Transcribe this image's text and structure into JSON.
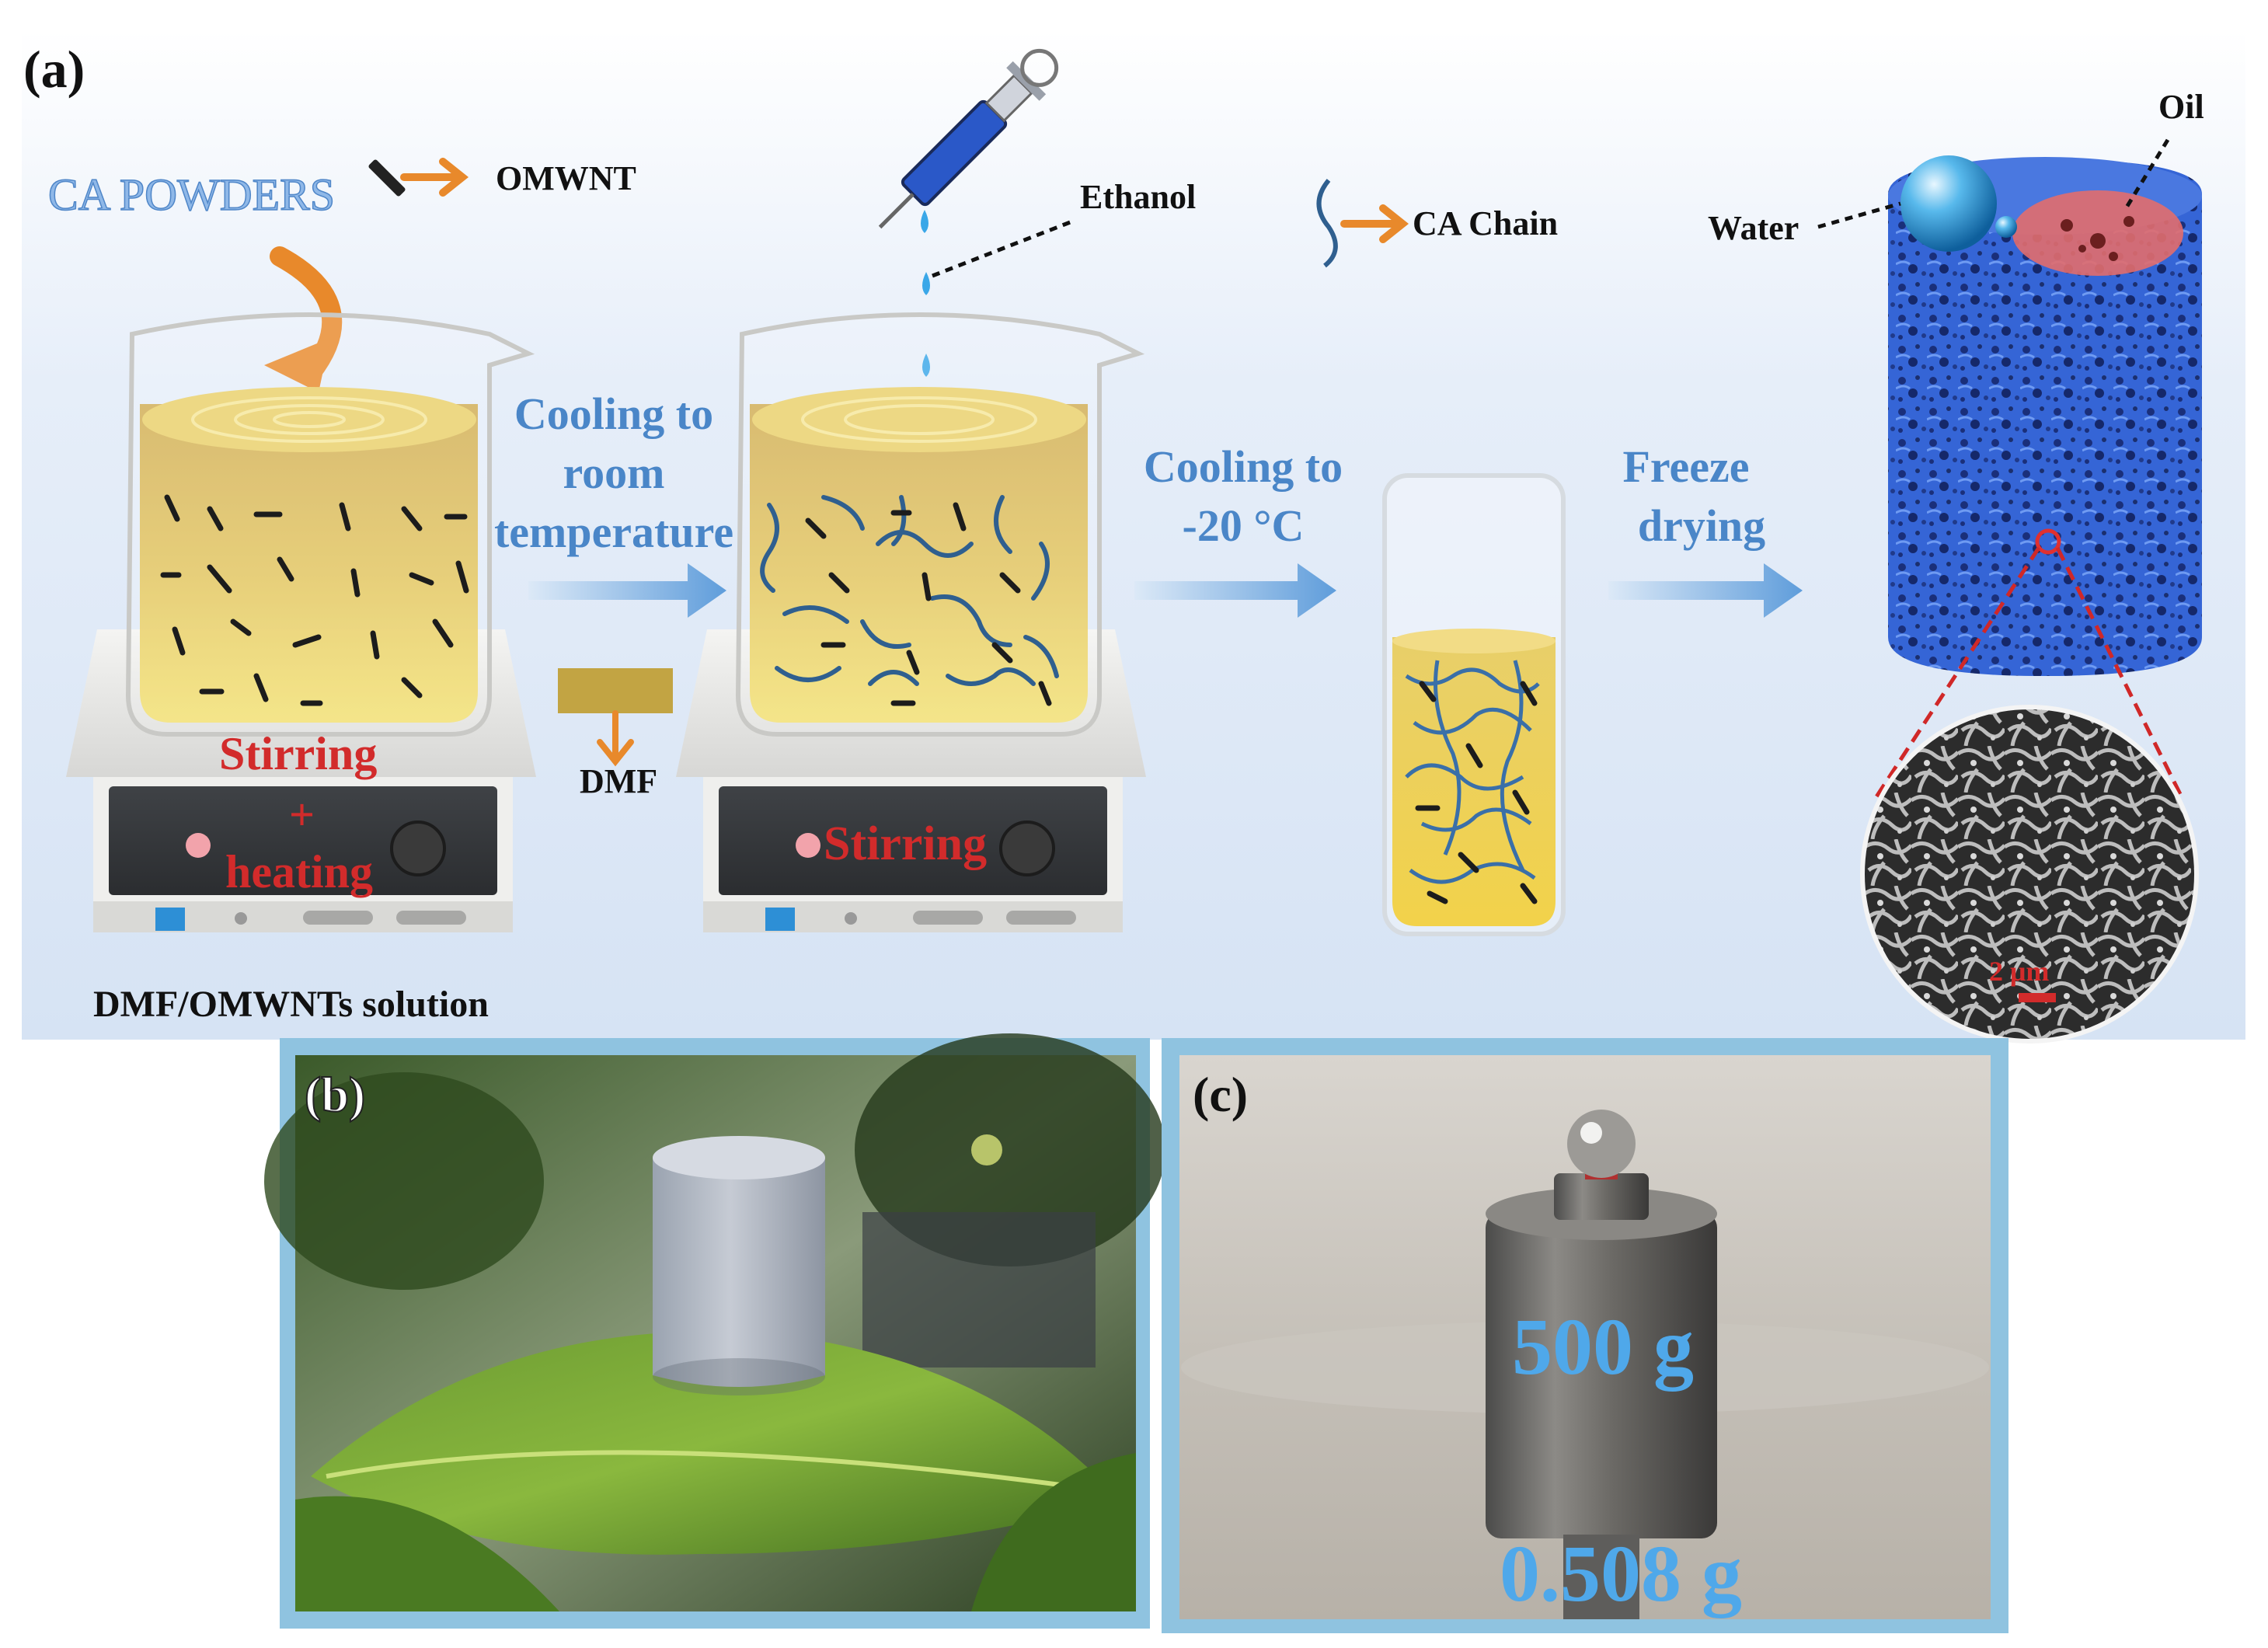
{
  "panel_a": {
    "label": "(a)",
    "legend_omwnt": "OMWNT",
    "legend_ca_chain": "CA Chain",
    "ca_powders": "CA POWDERS",
    "ethanol": "Ethanol",
    "oil": "Oil",
    "water": "Water",
    "step1": [
      "Cooling to",
      "room",
      "temperature"
    ],
    "step2": [
      "Cooling to",
      "-20 °C"
    ],
    "step3": [
      "Freeze",
      "drying"
    ],
    "stirring": "Stirring",
    "plus": "+",
    "heating": "heating",
    "stirring2": "Stirring",
    "dmf": "DMF",
    "solution": "DMF/OMWNTs solution",
    "scale_bar": "2 μm"
  },
  "panel_b": {
    "label": "(b)"
  },
  "panel_c": {
    "label": "(c)",
    "weight_label": "500 g",
    "sample_mass": "0.508 g"
  },
  "colors": {
    "background": "#dde8f6",
    "arrow_blue": "#6fa7dc",
    "step_text": "#4a86c8",
    "red_text": "#d22b2b",
    "orange": "#e8892b",
    "liquid": "#d8b640",
    "aerogel": "#2f5fd0",
    "frame": "#8fc3e0",
    "photo_text": "#4fa8ea"
  }
}
